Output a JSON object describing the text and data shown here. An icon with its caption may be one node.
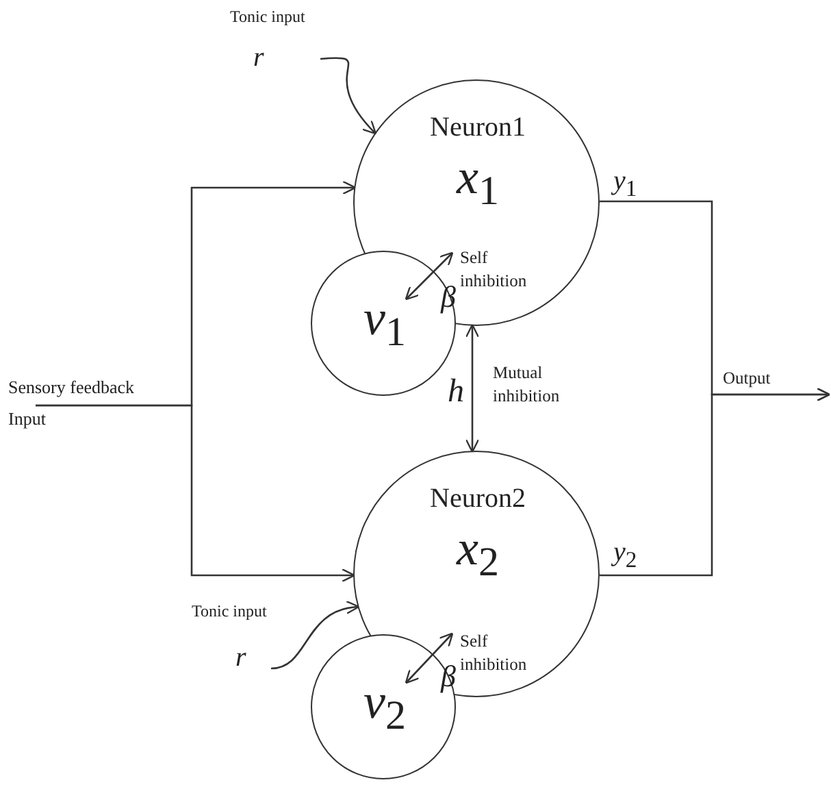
{
  "diagram": {
    "nodes": [
      {
        "text": [
          "Neuron1",
          "*x*$_{1}$"
        ]
      },
      {
        "text": [
          "*v*$_{1}$"
        ]
      },
      {
        "text": [
          "Neuron2",
          "*x*$_{2}$"
        ]
      },
      {
        "text": [
          "*v*$_{2}$"
        ]
      },
      {
        "text": [
          "Sensory feedback",
          "Input"
        ]
      },
      {
        "text": [
          "Tonic input",
          "r"
        ]
      },
      {
        "text": [
          "Tonic input",
          "r"
        ]
      }
    ],
    "edges": [
      {
        "from": 4,
        "to": 0,
        "arrow": "to"
      },
      {
        "from": 4,
        "to": 2,
        "arrow": "to"
      },
      {
        "from": 5,
        "to": 0,
        "arrow": "to"
      },
      {
        "from": 6,
        "to": 2,
        "arrow": "to"
      },
      {
        "from": 1,
        "to": 0,
        "arrow": "both",
        "label": "β"
      },
      {
        "from": 3,
        "to": 2,
        "arrow": "both",
        "label": "β"
      },
      {
        "from": 0,
        "to": 2,
        "arrow": "both",
        "label": "h"
      },
      {
        "from": 0,
        "to": null,
        "arrow": "to",
        "label": "*y*$_{1}$"
      },
      {
        "from": 2,
        "to": null,
        "arrow": "to",
        "label": "*y*$_{2}$"
      }
    ],
    "labels": [
      "Self inhibition",
      "Self inhibition",
      "Mutual inhibition",
      "Output"
    ]
  }
}
